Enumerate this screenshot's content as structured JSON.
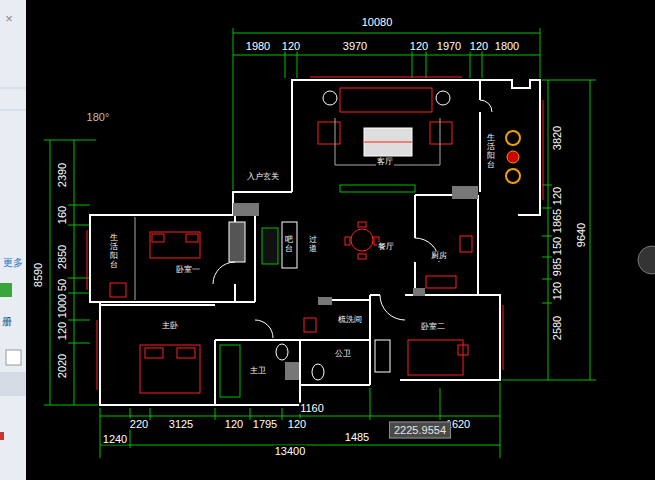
{
  "diagram": {
    "nodes": [
      {
        "text": [
          "客厅"
        ]
      },
      {
        "text": [
          "生活阳台"
        ]
      },
      {
        "text": [
          "入户玄关"
        ]
      },
      {
        "text": [
          "生活阳台"
        ]
      },
      {
        "text": [
          "卧室一"
        ]
      },
      {
        "text": [
          "吧台"
        ]
      },
      {
        "text": [
          "过道"
        ]
      },
      {
        "text": [
          "餐厅"
        ]
      },
      {
        "text": [
          "厨房"
        ]
      },
      {
        "text": [
          "主卧"
        ]
      },
      {
        "text": [
          "梳洗间"
        ]
      },
      {
        "text": [
          "卧室二"
        ]
      },
      {
        "text": [
          "公卫"
        ]
      },
      {
        "text": [
          "主卫"
        ]
      }
    ],
    "labels": [
      "×",
      "更多",
      "册",
      "180°",
      "10080",
      "1980",
      "120",
      "3970",
      "120",
      "1970",
      "120",
      "1800",
      "3820",
      "120",
      "1865",
      "150",
      "985",
      "120",
      "2580",
      "9640",
      "2390",
      "160",
      "2850",
      "50",
      "1000",
      "120",
      "2020",
      "8590",
      "220",
      "3125",
      "120",
      "1795",
      "120",
      "1160",
      "1485",
      "1620",
      "1240",
      "13400",
      "2225.9554"
    ]
  }
}
